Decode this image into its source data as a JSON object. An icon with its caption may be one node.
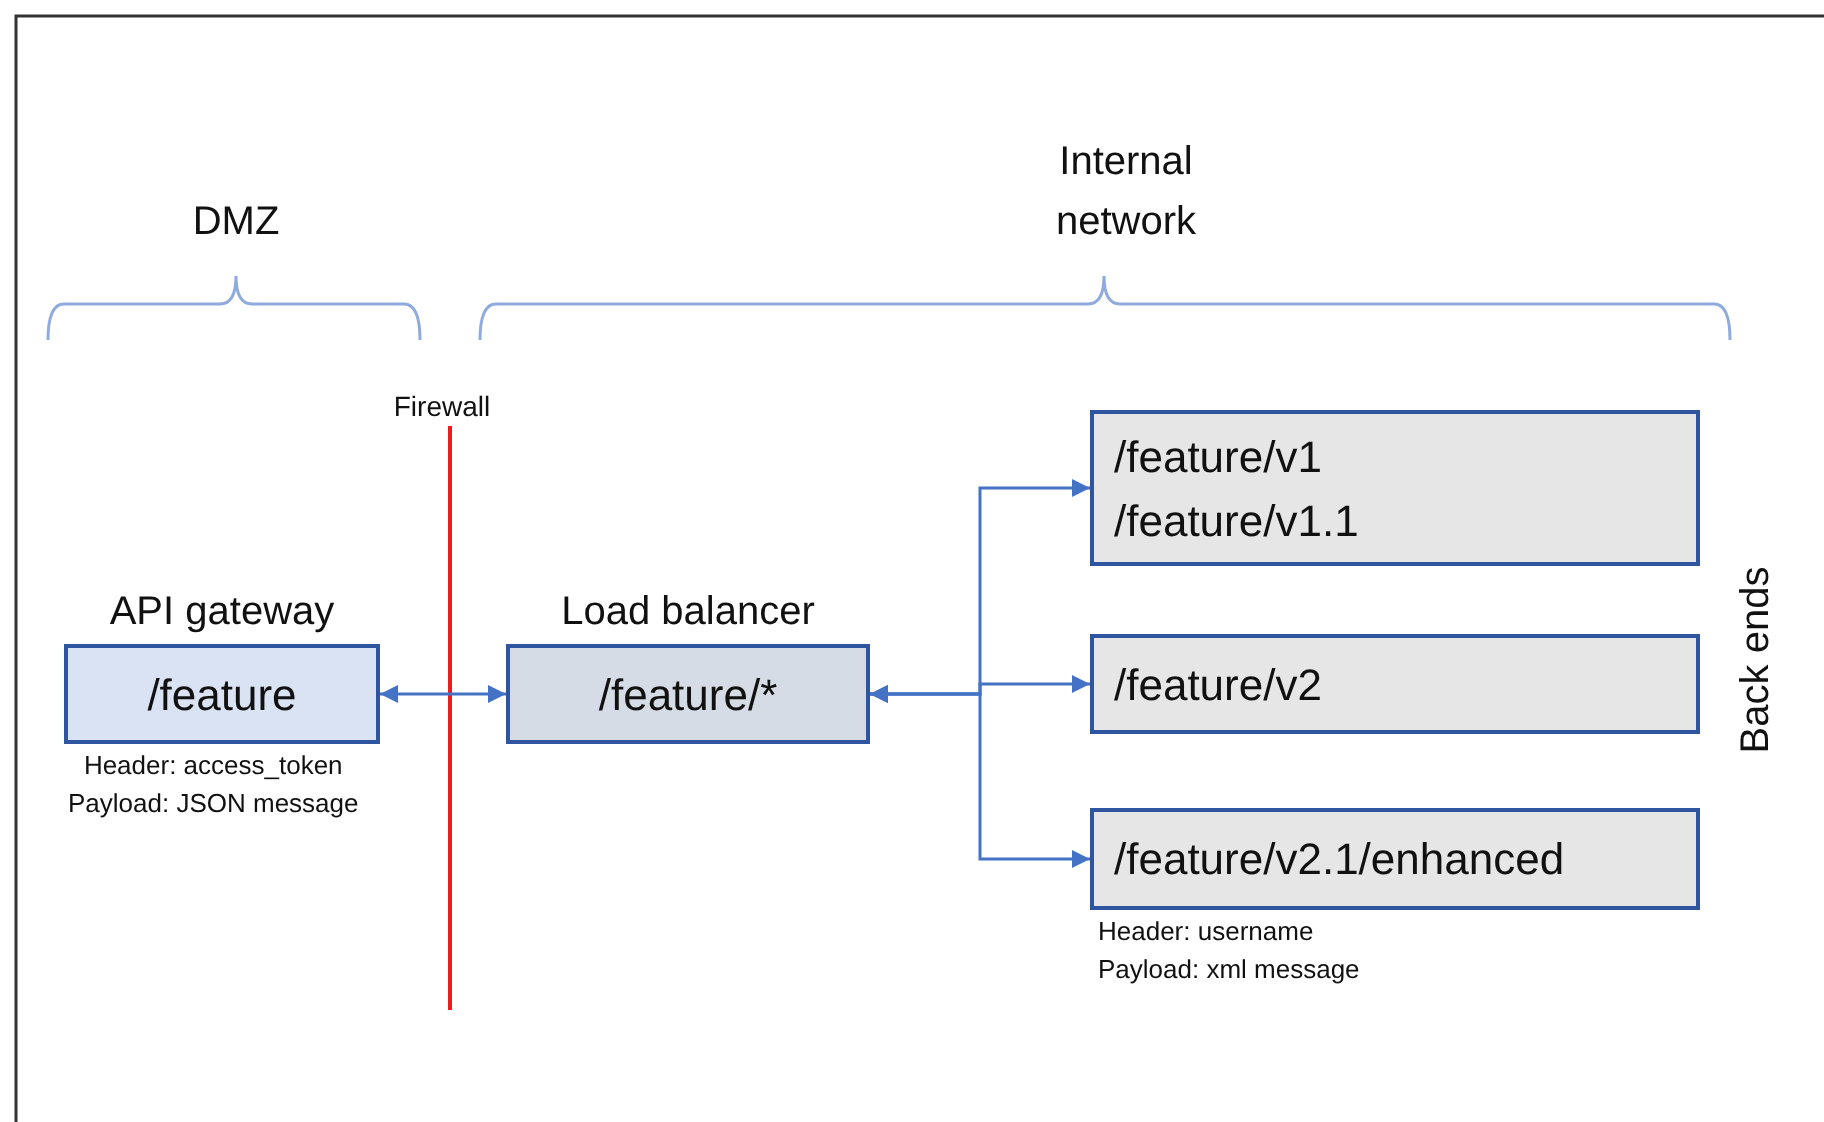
{
  "diagram": {
    "nodes": [
      {
        "text": [
          "API gateway",
          "/feature"
        ],
        "beside": [
          "Header: access_token",
          "Payload: JSON message"
        ]
      },
      {
        "text": [
          "Load balancer",
          "/feature/*"
        ]
      },
      {
        "text": [
          "/feature/v1",
          "/feature/v1.1"
        ]
      },
      {
        "text": [
          "/feature/v2"
        ]
      },
      {
        "text": [
          "/feature/v2.1/enhanced"
        ],
        "beside": [
          "Header: username",
          "Payload: xml message"
        ]
      }
    ],
    "edges": [
      {
        "from": 0,
        "to": 1,
        "arrow": "both"
      },
      {
        "from": 1,
        "to": 2,
        "arrow": "both"
      },
      {
        "from": 1,
        "to": 3,
        "arrow": "both"
      },
      {
        "from": 1,
        "to": 4,
        "arrow": "both"
      }
    ],
    "labels": [
      "DMZ",
      "Internal network",
      "Firewall",
      "Back ends"
    ]
  }
}
